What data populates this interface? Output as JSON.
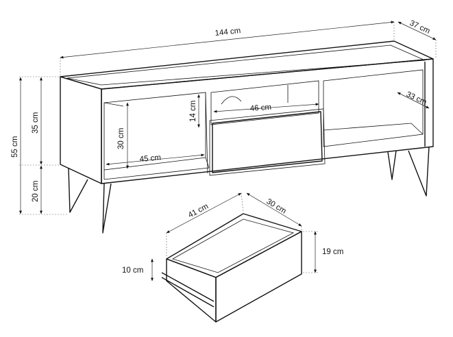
{
  "diagram": {
    "dimensions": {
      "width_total": "144 cm",
      "depth_total": "37 cm",
      "inner_depth": "33 cm",
      "middle_compartment_width": "46 cm",
      "middle_compartment_height": "14 cm",
      "left_compartment_height": "30 cm",
      "left_compartment_width": "45 cm",
      "body_height": "35 cm",
      "total_height": "55 cm",
      "leg_height": "20 cm",
      "drawer_width": "41 cm",
      "drawer_depth": "30 cm",
      "drawer_front_height": "19 cm",
      "drawer_side_height": "10 cm"
    }
  }
}
